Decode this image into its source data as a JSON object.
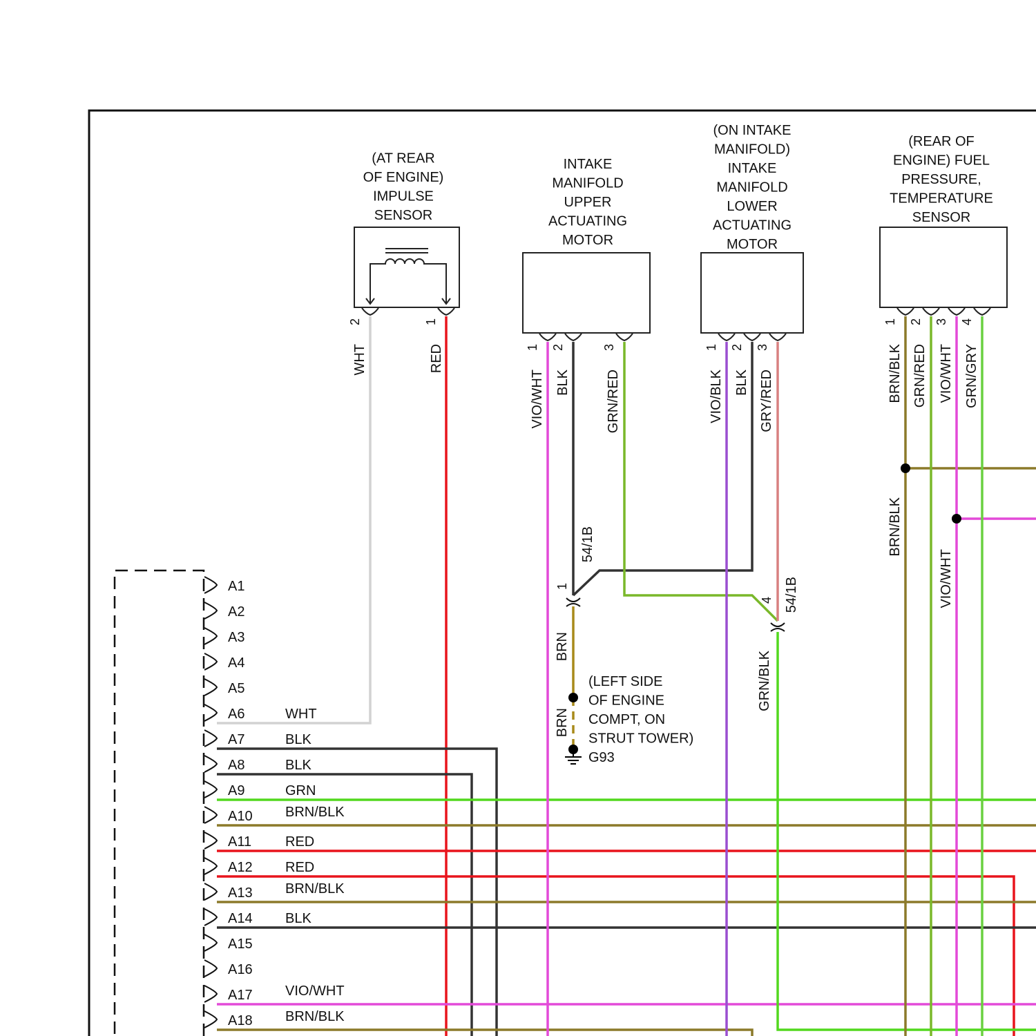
{
  "components": {
    "impulse_sensor": [
      "(AT REAR",
      "OF ENGINE)",
      "IMPULSE",
      "SENSOR"
    ],
    "upper_motor": [
      "INTAKE",
      "MANIFOLD",
      "UPPER",
      "ACTUATING",
      "MOTOR"
    ],
    "lower_motor": [
      "(ON INTAKE",
      "MANIFOLD)",
      "INTAKE",
      "MANIFOLD",
      "LOWER",
      "ACTUATING",
      "MOTOR"
    ],
    "fuel_sensor": [
      "(REAR OF",
      "ENGINE) FUEL",
      "PRESSURE,",
      "TEMPERATURE",
      "SENSOR"
    ],
    "ground": [
      "(LEFT SIDE",
      "OF ENGINE",
      "COMPT, ON",
      "STRUT TOWER)"
    ],
    "ground_id": "G93"
  },
  "pins": {
    "impulse": [
      "2",
      "1"
    ],
    "upper": [
      "1",
      "2",
      "3"
    ],
    "lower": [
      "1",
      "2",
      "3"
    ],
    "fuel": [
      "1",
      "2",
      "3",
      "4"
    ],
    "splice_a": "1",
    "splice_b": "4"
  },
  "wire_labels": {
    "impulse": [
      "WHT",
      "RED"
    ],
    "upper": [
      "VIO/WHT",
      "BLK",
      "GRN/RED"
    ],
    "lower": [
      "VIO/BLK",
      "BLK",
      "GRY/RED"
    ],
    "fuel": [
      "BRN/BLK",
      "GRN/RED",
      "VIO/WHT",
      "GRN/GRY"
    ],
    "fuel_lower": [
      "BRN/BLK",
      "VIO/WHT"
    ],
    "connector_a": "54/1B",
    "connector_b": "54/1B",
    "brn_a": "BRN",
    "brn_b": "BRN",
    "grn_blk": "GRN/BLK"
  },
  "ecm_pins": [
    {
      "pin": "A1",
      "wire": ""
    },
    {
      "pin": "A2",
      "wire": ""
    },
    {
      "pin": "A3",
      "wire": ""
    },
    {
      "pin": "A4",
      "wire": ""
    },
    {
      "pin": "A5",
      "wire": ""
    },
    {
      "pin": "A6",
      "wire": "WHT"
    },
    {
      "pin": "A7",
      "wire": "BLK"
    },
    {
      "pin": "A8",
      "wire": "BLK"
    },
    {
      "pin": "A9",
      "wire": "GRN"
    },
    {
      "pin": "A10",
      "wire": "BRN/BLK"
    },
    {
      "pin": "A11",
      "wire": "RED"
    },
    {
      "pin": "A12",
      "wire": "RED"
    },
    {
      "pin": "A13",
      "wire": "BRN/BLK"
    },
    {
      "pin": "A14",
      "wire": "BLK"
    },
    {
      "pin": "A15",
      "wire": ""
    },
    {
      "pin": "A16",
      "wire": ""
    },
    {
      "pin": "A17",
      "wire": "VIO/WHT"
    },
    {
      "pin": "A18",
      "wire": "BRN/BLK"
    }
  ],
  "colors": {
    "WHT": "#d2d2d2",
    "RED": "#e8141c",
    "BLK": "#333333",
    "GRN": "#52d81e",
    "BRN": "#a88a1a",
    "BRN_BLK": "#8c7a2a",
    "VIO": "#e34ad8",
    "VIO_BLK": "#9a4ed0",
    "GRN_RED": "#7ab82a",
    "GRY_RED": "#d88080",
    "GRN_GRY": "#6ad040"
  }
}
